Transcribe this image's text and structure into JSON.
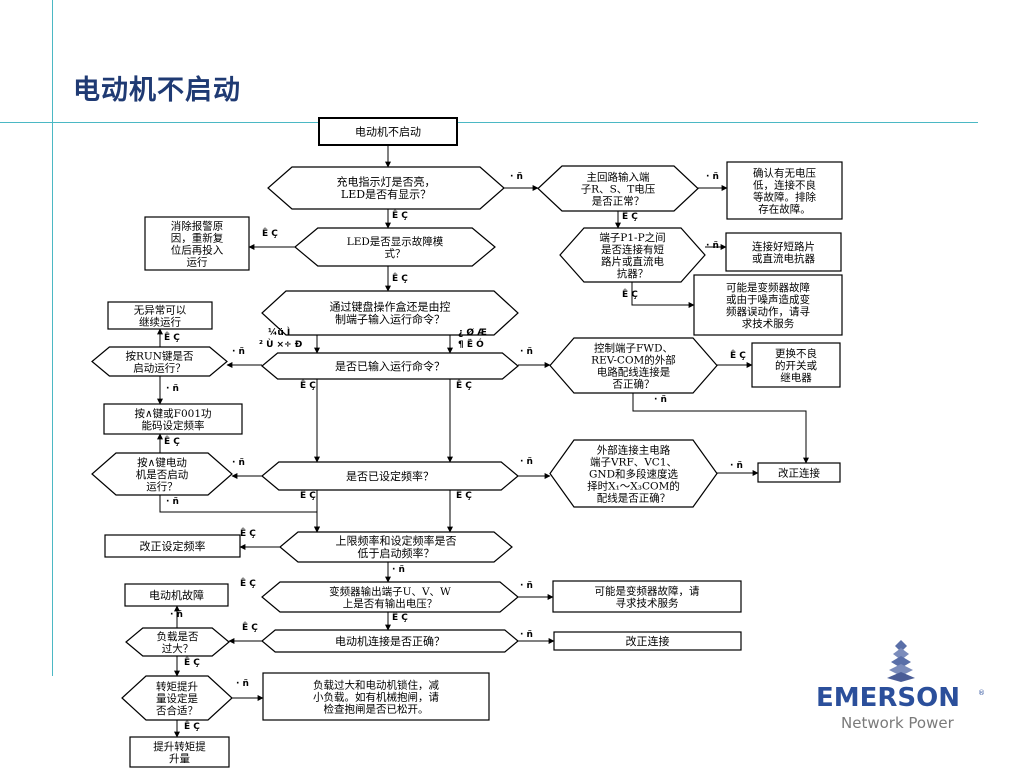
{
  "title": "电动机不启动",
  "logo": {
    "name": "EMERSON",
    "tm": "®",
    "sub": "Network Power"
  },
  "colors": {
    "accent_lines": "#4bb8c4",
    "title": "#1f3a73",
    "logo": "#2b4f9b",
    "flow": "#000000"
  },
  "nodes": [
    {
      "id": "start",
      "lines": [
        "电动机不启动"
      ]
    },
    {
      "id": "d_led",
      "lines": [
        "充电指示灯是否亮，",
        "LED是否有显示？"
      ]
    },
    {
      "id": "d_main",
      "lines": [
        "主回路输入端",
        "子R、S、T电压",
        "是否正常？"
      ]
    },
    {
      "id": "r_confirm",
      "lines": [
        "确认有无电压",
        "低，连接不良",
        "等故障。排除",
        "存在故障。"
      ]
    },
    {
      "id": "r_alarm",
      "lines": [
        "消除报警原",
        "因，重新复",
        "位后再投入",
        "运行"
      ]
    },
    {
      "id": "d_fault",
      "lines": [
        "LED是否显示故障模",
        "式？"
      ]
    },
    {
      "id": "d_p1",
      "lines": [
        "端子P1-P之间",
        "是否连接有短",
        "路片或直流电",
        "抗器？"
      ]
    },
    {
      "id": "r_short",
      "lines": [
        "连接好短路片",
        "或直流电抗器"
      ]
    },
    {
      "id": "r_inverter1",
      "lines": [
        "可能是变频器故障",
        "或由于噪声造成变",
        "频器误动作，请寻",
        "求技术服务"
      ]
    },
    {
      "id": "d_cmd",
      "lines": [
        "通过键盘操作盒还是由控",
        "制端子输入运行命令？"
      ]
    },
    {
      "id": "r_noabn",
      "lines": [
        "无异常可以",
        "继续运行"
      ]
    },
    {
      "id": "d_runkey",
      "lines": [
        "按RUN键是否",
        "启动运行？"
      ]
    },
    {
      "id": "d_input",
      "lines": [
        "是否已输入运行命令？"
      ]
    },
    {
      "id": "d_fwd",
      "lines": [
        "控制端子FWD、",
        "REV-COM的外部",
        "电路配线连接是",
        "否正确？"
      ]
    },
    {
      "id": "r_switch",
      "lines": [
        "更换不良",
        "的开关或",
        "继电器"
      ]
    },
    {
      "id": "r_keyset",
      "lines": [
        "按∧键或F001功",
        "能码设定频率"
      ]
    },
    {
      "id": "d_keymotor",
      "lines": [
        "按∧键电动",
        "机是否启动",
        "运行？"
      ]
    },
    {
      "id": "d_freq",
      "lines": [
        "是否已设定频率？"
      ]
    },
    {
      "id": "d_vrf",
      "lines": [
        "外部连接主电路",
        "端子VRF、VC1、",
        "GND和多段速度选",
        "择时X₁～X₃COM的",
        "配线是否正确？"
      ]
    },
    {
      "id": "r_fix1",
      "lines": [
        "改正连接"
      ]
    },
    {
      "id": "r_fixfreq",
      "lines": [
        "改正设定频率"
      ]
    },
    {
      "id": "d_upper",
      "lines": [
        "上限频率和设定频率是否",
        "低于启动频率？"
      ]
    },
    {
      "id": "d_uvw",
      "lines": [
        "变频器输出端子U、V、W",
        "上是否有输出电压？"
      ]
    },
    {
      "id": "r_inverter2",
      "lines": [
        "可能是变频器故障，请",
        "寻求技术服务"
      ]
    },
    {
      "id": "r_motorfault",
      "lines": [
        "电动机故障"
      ]
    },
    {
      "id": "d_load",
      "lines": [
        "负载是否",
        "过大？"
      ]
    },
    {
      "id": "d_motorconn",
      "lines": [
        "电动机连接是否正确？"
      ]
    },
    {
      "id": "r_fix2",
      "lines": [
        "改正连接"
      ]
    },
    {
      "id": "d_torque",
      "lines": [
        "转矩提升",
        "量设定是",
        "否合适？"
      ]
    },
    {
      "id": "r_overload",
      "lines": [
        "负载过大和电动机锁住，减",
        "小负载。如有机械抱闸，请",
        "检查抱闸是否已松开。"
      ]
    },
    {
      "id": "r_raise",
      "lines": [
        "提升转矩提",
        "升量"
      ]
    }
  ],
  "edge_labels": [
    {
      "id": "e1",
      "text": "· ñ"
    },
    {
      "id": "e2",
      "text": "· ñ"
    },
    {
      "id": "e3",
      "text": "Ê Ç"
    },
    {
      "id": "e4",
      "text": "Ê Ç"
    },
    {
      "id": "e5",
      "text": "Ê Ç"
    },
    {
      "id": "e6",
      "text": "· ñ"
    },
    {
      "id": "e7",
      "text": "Ê Ç"
    },
    {
      "id": "e8",
      "text": "Ê Ç"
    },
    {
      "id": "e9",
      "text": "¼ü Ì"
    },
    {
      "id": "e10",
      "text": "² Ù ×÷ Ð"
    },
    {
      "id": "e11",
      "text": "¿ Ø Æ"
    },
    {
      "id": "e12",
      "text": "¶ Ë Ó"
    },
    {
      "id": "e13",
      "text": "Ê Ç"
    },
    {
      "id": "e14",
      "text": "· ñ"
    },
    {
      "id": "e15",
      "text": "· ñ"
    },
    {
      "id": "e16",
      "text": "· ñ"
    },
    {
      "id": "e17",
      "text": "Ê Ç"
    },
    {
      "id": "e18",
      "text": "Ê Ç"
    },
    {
      "id": "e19",
      "text": "Ê Ç"
    },
    {
      "id": "e20",
      "text": "· ñ"
    },
    {
      "id": "e21",
      "text": "Ê Ç"
    },
    {
      "id": "e22",
      "text": "· ñ"
    },
    {
      "id": "e23",
      "text": "· ñ"
    },
    {
      "id": "e24",
      "text": "· ñ"
    },
    {
      "id": "e25",
      "text": "Ê Ç"
    },
    {
      "id": "e26",
      "text": "Ê Ç"
    },
    {
      "id": "e27",
      "text": "· ñ"
    },
    {
      "id": "e28",
      "text": "Ê Ç"
    },
    {
      "id": "e29",
      "text": "· ñ"
    },
    {
      "id": "e30",
      "text": "Ê Ç"
    },
    {
      "id": "e31",
      "text": "· ñ"
    },
    {
      "id": "e32",
      "text": "· ñ"
    },
    {
      "id": "e33",
      "text": "Ê Ç"
    },
    {
      "id": "e34",
      "text": "· ñ"
    },
    {
      "id": "e35",
      "text": "Ê Ç"
    },
    {
      "id": "e36",
      "text": "Ê Ç"
    },
    {
      "id": "e37",
      "text": "· ñ"
    },
    {
      "id": "e38",
      "text": "Ê Ç"
    }
  ]
}
